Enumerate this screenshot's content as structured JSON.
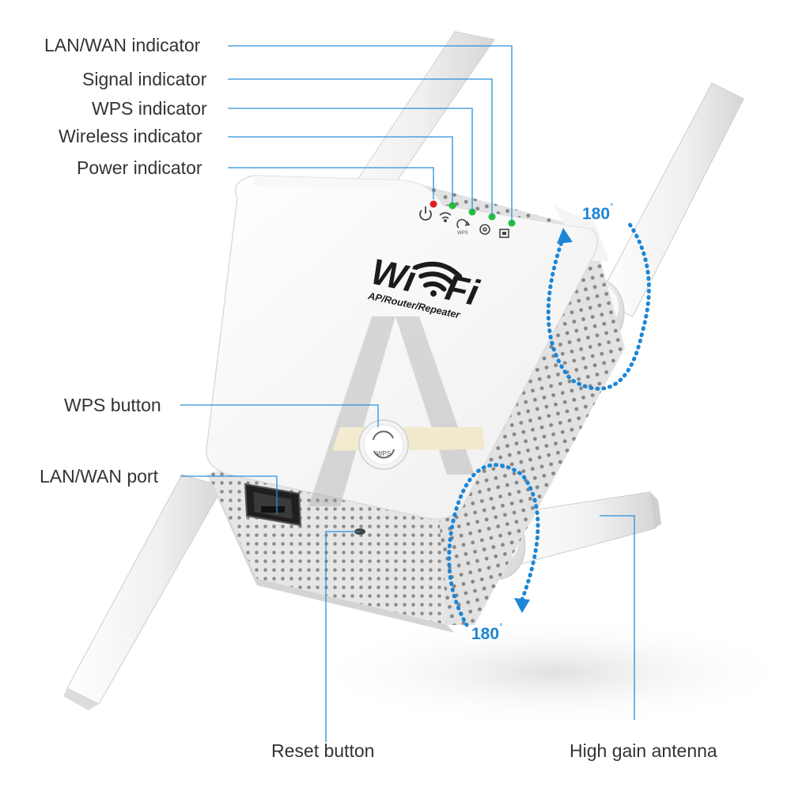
{
  "callouts": {
    "lan_wan_indicator": "LAN/WAN indicator",
    "signal_indicator": "Signal indicator",
    "wps_indicator": "WPS indicator",
    "wireless_indicator": "Wireless indicator",
    "power_indicator": "Power indicator",
    "wps_button": "WPS button",
    "lan_wan_port": "LAN/WAN port",
    "reset_button": "Reset button",
    "high_gain_antenna": "High gain antenna"
  },
  "rotation": {
    "top_degrees": "180",
    "bottom_degrees": "180",
    "degree_symbol": "°"
  },
  "device": {
    "logo_text": "Wi-Fi",
    "subtitle": "AP/Router/Repeater",
    "wps_button_text": "WPS",
    "indicator_label_wps": "WPS"
  },
  "colors": {
    "callout_line": "#2a8fd8",
    "accent_blue": "#1c86d6",
    "power_led": "#e02020",
    "status_led": "#22c03a"
  }
}
